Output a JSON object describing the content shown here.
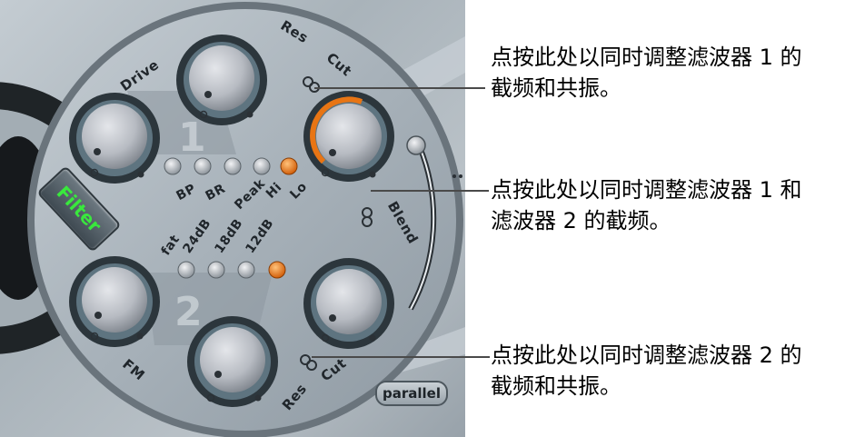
{
  "plugin": {
    "badge": "Filter",
    "mode_button": "parallel",
    "filter1_number": "1",
    "filter2_number": "2",
    "knobs": {
      "drive": "Drive",
      "res_top": "Res",
      "cut_top": "Cut",
      "blend": "Blend",
      "fm": "FM",
      "cut_bottom": "Cut",
      "res_bottom": "Res"
    },
    "filter1_types": [
      "BP",
      "BR",
      "Peak",
      "Hi",
      "Lo"
    ],
    "filter1_selected": "Lo",
    "filter2_slopes": [
      "fat",
      "24dB",
      "18dB",
      "12dB"
    ],
    "filter2_selected": "12dB",
    "colors": {
      "accent": "#e87514",
      "badge_text": "#39e83d"
    }
  },
  "callouts": [
    {
      "line1": "点按此处以同时调整滤波器 1 的",
      "line2": "截频和共振。"
    },
    {
      "line1": "点按此处以同时调整滤波器 1 和",
      "line2": "滤波器 2 的截频。"
    },
    {
      "line1": "点按此处以同时调整滤波器 2 的",
      "line2": "截频和共振。"
    }
  ]
}
